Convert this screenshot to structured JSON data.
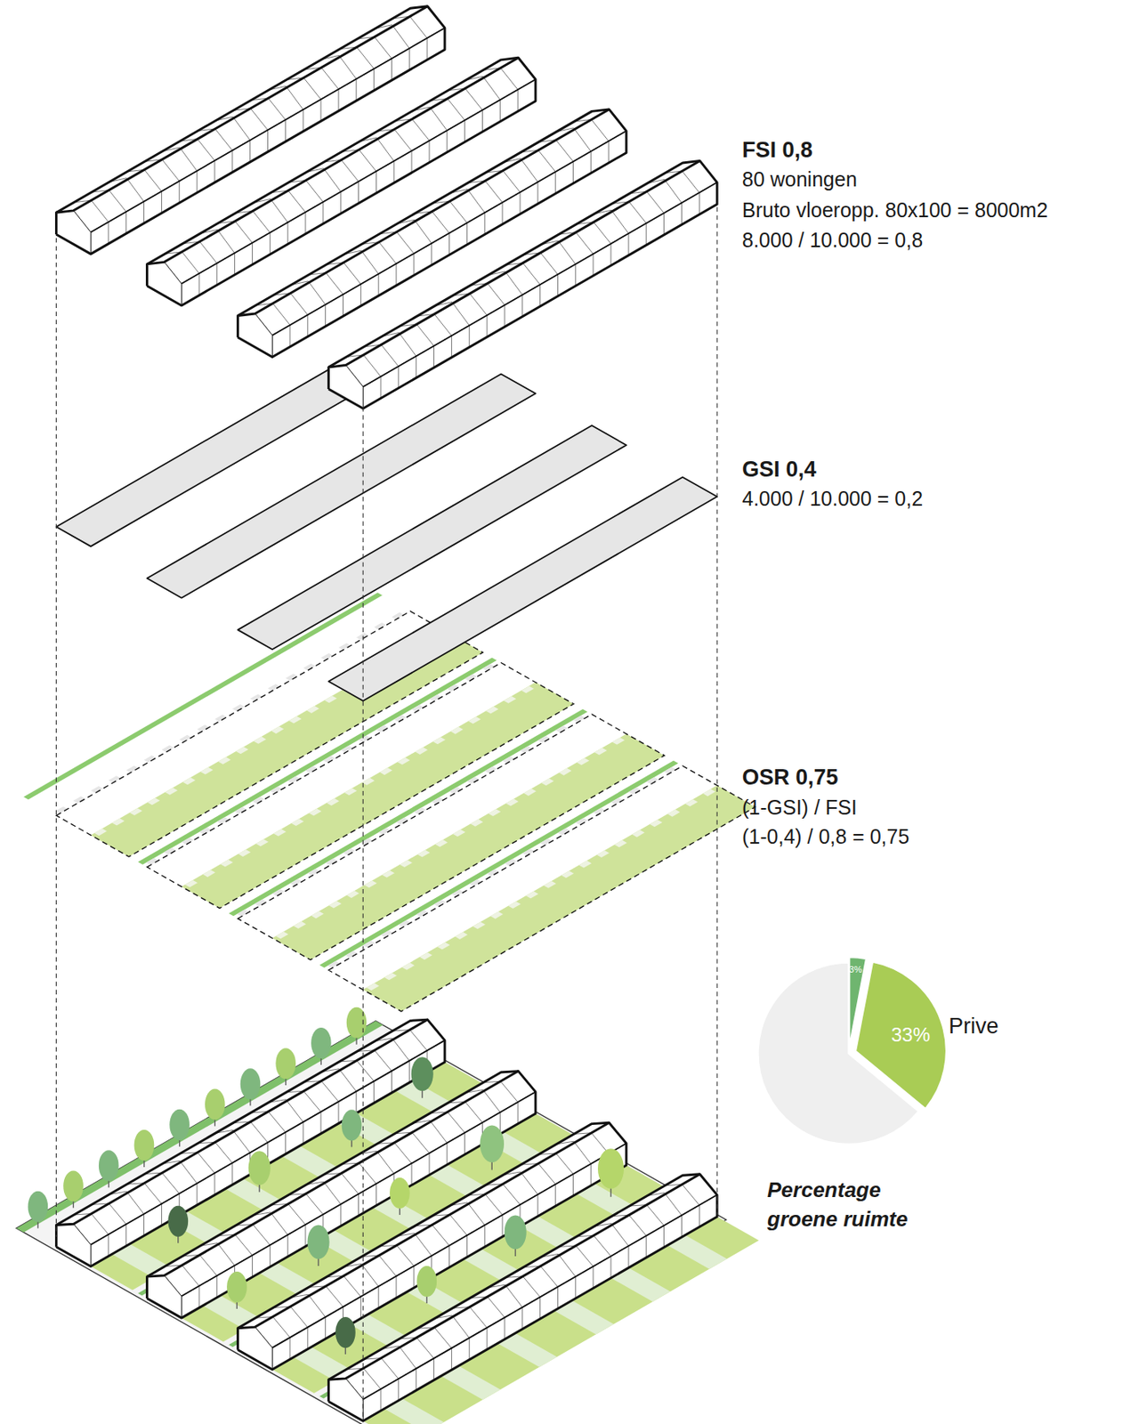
{
  "diagram": {
    "labels": [
      "FSI 0,8",
      "80 woningen",
      "Bruto vloeropp. 80x100 = 8000m2",
      "8.000 / 10.000 = 0,8",
      "GSI 0,4",
      "4.000 / 10.000 = 0,2",
      "OSR 0,75",
      "(1-GSI) / FSI",
      "(1-0,4) / 0,8 = 0,75",
      "3%",
      "33%",
      "Prive",
      "Percentage groene ruimte"
    ]
  }
}
